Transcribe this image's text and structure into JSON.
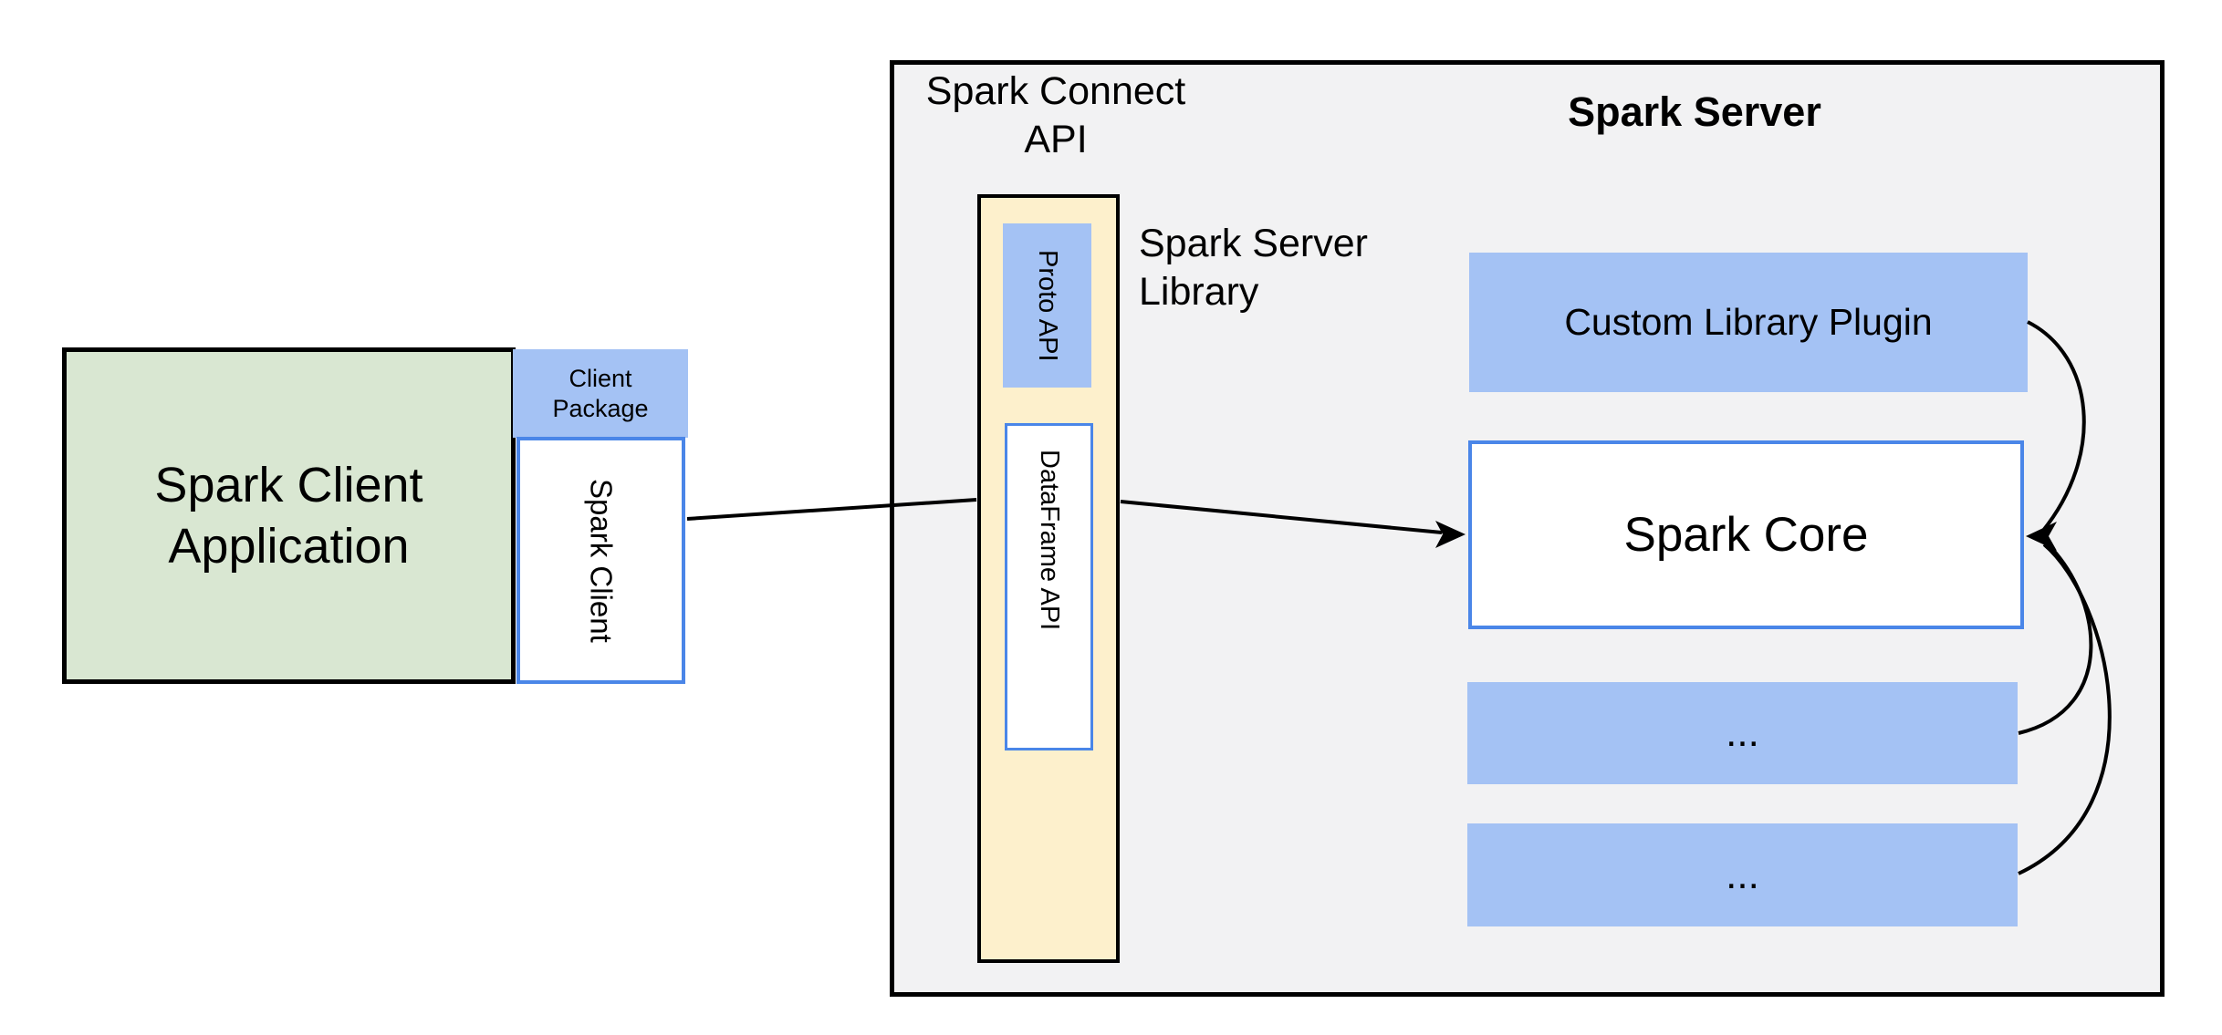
{
  "canvas": {
    "width": "2435",
    "height": "1135"
  },
  "colors": {
    "background": "#ffffff",
    "server_panel_fill": "#f2f2f3",
    "green_fill": "#d9e7d2",
    "blue_fill": "#a4c2f4",
    "cream_fill": "#fdf0cc",
    "blue_border": "#4a86e8",
    "line_color": "#000000"
  },
  "client": {
    "app_line1": "Spark Client",
    "app_line2": "Application",
    "package_line1": "Client",
    "package_line2": "Package",
    "client_label": "Spark Client"
  },
  "connect": {
    "title_line1": "Spark Connect",
    "title_line2": "API",
    "proto_label": "Proto API",
    "dataframe_label": "DataFrame API",
    "library_line1": "Spark Server",
    "library_line2": "Library"
  },
  "server": {
    "title": "Spark Server",
    "plugin_label": "Custom Library Plugin",
    "core_label": "Spark Core",
    "more_label_1": "...",
    "more_label_2": "..."
  }
}
